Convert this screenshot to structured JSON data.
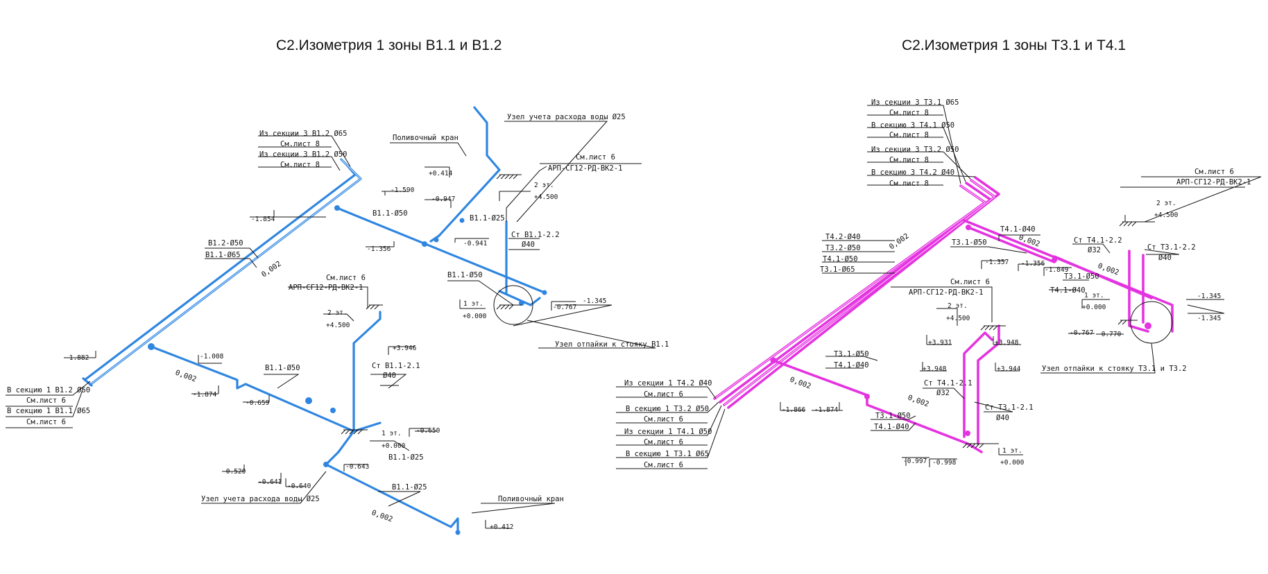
{
  "colors": {
    "cold_water": "#2f86e0",
    "hot_water": "#e433e0",
    "ink": "#111111",
    "background": "#ffffff"
  },
  "left": {
    "title": "С2.Изометрия 1 зоны В1.1 и В1.2",
    "src_b12_65": "Из секции 3 В1.2 Ø65",
    "see8_a": "См.лист 8",
    "src_b12_50": "Из секции 3 В1.2 Ø50",
    "see8_b": "См.лист 8",
    "pol_kran_top": "Поливочный кран",
    "meter_top": "Узел учета расхода воды Ø25",
    "see6_top": "См.лист 6",
    "arp_top": "АРП-СГ12-РД-ВК2-1",
    "floor2_top": "2 эт.",
    "lvl_4500_top": "+4.500",
    "lvl_0414": "+0.414",
    "lvl_0947": "-0.947",
    "lvl_1590": "-1.590",
    "lvl_1854": "-1.854",
    "b11_50_a": "В1.1-Ø50",
    "b11_25_a": "В1.1-Ø25",
    "lvl_0941": "-0.941",
    "lvl_1356": "-1.356",
    "st_b11_22": "Ст В1.1-2.2",
    "d40_a": "Ø40",
    "b12_50": "В1.2-Ø50",
    "b11_65": "В1.1-Ø65",
    "slope_a": "0,002",
    "b11_50_b": "В1.1-Ø50",
    "floor1_a": "1 эт.",
    "lvl_0000_a": "+0.000",
    "lvl_0767": "-0.767",
    "lvl_1345": "-1.345",
    "node_b11": "Узел отпайки к стояку В1.1",
    "see6_mid": "См.лист 6",
    "arp_mid": "АРП-СГ12-РД-ВК2-1",
    "floor2_mid": "2 эт.",
    "lvl_4500_mid": "+4.500",
    "lvl_3946": "+3.946",
    "st_b11_21": "Ст В1.1-2.1",
    "d40_b": "Ø40",
    "lvl_1882": "-1.882",
    "lvl_1008": "-1.008",
    "slope_b": "0,002",
    "b11_50_c": "В1.1-Ø50",
    "lvl_1874": "-1.874",
    "lvl_0659": "-0.659",
    "to_b12_50": "В секцию 1 В1.2 Ø50",
    "see6_c": "См.лист 6",
    "to_b11_65": "В секцию 1 В1.1 Ø65",
    "see6_d": "См.лист 6",
    "floor1_b": "1 эт.",
    "lvl_0000_b": "+0.000",
    "lvl_0650": "-0.650",
    "b11_25_b": "В1.1-Ø25",
    "lvl_0520": "-0.520",
    "lvl_0643": "-0.643",
    "lvl_0641": "-0.641",
    "lvl_0640": "-0.640",
    "meter_bot": "Узел учета расхода воды Ø25",
    "b11_25_c": "В1.1-Ø25",
    "slope_c": "0,002",
    "pol_kran_bot": "Поливочный кран",
    "lvl_0412": "+0.412"
  },
  "right": {
    "title": "С2.Изометрия 1 зоны Т3.1 и Т4.1",
    "src_t31_65": "Из секции 3 Т3.1 Ø65",
    "see8_a": "См.лист 8",
    "to_t41_50": "В секцию 3 Т4.1 Ø50",
    "see8_b": "См.лист 8",
    "src_t32_50": "Из секции 3 Т3.2 Ø50",
    "see8_c": "См.лист 8",
    "to_t42_40": "В секцию 3 Т4.2 Ø40",
    "see8_d": "См.лист 8",
    "see6_top": "См.лист 6",
    "arp_top": "АРП-СГ12-РД-ВК2-1",
    "floor2_top": "2 эт.",
    "lvl_4500_top": "+4.500",
    "t42_40": "Т4.2-Ø40",
    "t32_50": "Т3.2-Ø50",
    "t41_50": "Т4.1-Ø50",
    "t31_65": "Т3.1-Ø65",
    "slope_a": "0,002",
    "t41_40_a": "Т4.1-Ø40",
    "t31_50_a": "Т3.1-Ø50",
    "slope_b": "0,002",
    "lvl_1357": "-1.357",
    "lvl_1356": "-1.356",
    "lvl_1849": "-1.849",
    "st_t41_22": "Ст Т4.1-2.2",
    "d32_a": "Ø32",
    "st_t31_22": "Ст Т3.1-2.2",
    "d40_a": "Ø40",
    "slope_c": "0,002",
    "t31_50_b": "Т3.1-Ø50",
    "t41_40_b": "Т4.1-Ø40",
    "floor1_a": "1 эт.",
    "lvl_0000_a": "+0.000",
    "lvl_1345_a": "-1.345",
    "lvl_1345_b": "-1.345",
    "lvl_0767": "-0.767",
    "lvl_0770": "-0.770",
    "node_t31_t32": "Узел отпайки к стояку Т3.1 и Т3.2",
    "see6_mid": "См.лист 6",
    "arp_mid": "АРП-СГ12-РД-ВК2-1",
    "floor2_mid": "2 эт.",
    "lvl_4500_mid": "+4.500",
    "lvl_3931": "+3.931",
    "lvl_3948_a": "+3.948",
    "lvl_3948_b": "+3.948",
    "lvl_3944": "+3.944",
    "t31_50_c": "Т3.1-Ø50",
    "t41_40_c": "Т4.1-Ø40",
    "st_t41_21": "Ст Т4.1-2.1",
    "d32_b": "Ø32",
    "st_t31_21": "Ст Т3.1-2.1",
    "d40_b": "Ø40",
    "slope_d": "0,002",
    "slope_e": "0,002",
    "lvl_1866": "-1.866",
    "lvl_1874": "-1.874",
    "t31_50_d": "Т3.1-Ø50",
    "t41_40_d": "Т4.1-Ø40",
    "src_t42_40": "Из секции 1 Т4.2 Ø40",
    "see6_a": "См.лист 6",
    "to_t32_50": "В секцию 1 Т3.2 Ø50",
    "see6_b": "См.лист 6",
    "src_t41_50": "Из секции 1 Т4.1 Ø50",
    "see6_c": "См.лист 6",
    "to_t31_65": "В секцию 1 Т3.1 Ø65",
    "see6_d": "См.лист 6",
    "lvl_0997": "-0.997",
    "lvl_0998": "-0.998",
    "floor1_b": "1 эт.",
    "lvl_0000_b": "+0.000"
  }
}
